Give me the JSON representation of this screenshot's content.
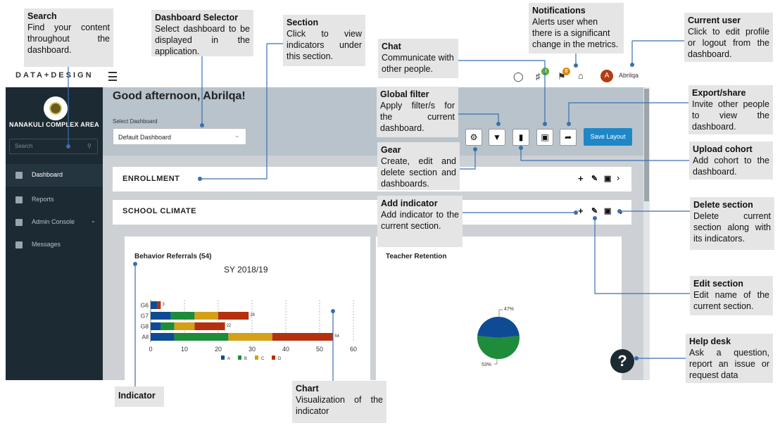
{
  "app": {
    "logo": "DATA+DESIGN",
    "user": {
      "name": "Abrilqa",
      "initial": "A"
    },
    "badges": {
      "notifications": "3",
      "flags": "0"
    }
  },
  "sidebar": {
    "org": "NANAKULI COMPLEX AREA",
    "search_placeholder": "Search",
    "items": [
      {
        "label": "Dashboard",
        "active": true
      },
      {
        "label": "Reports"
      },
      {
        "label": "Admin Console"
      },
      {
        "label": "Messages"
      }
    ]
  },
  "main": {
    "greeting": "Good afternoon, Abrilqa!",
    "select_label": "Select Dashboard",
    "select_value": "Default Dashboard",
    "save_label": "Save Layout",
    "sections": [
      {
        "title": "ENROLLMENT"
      },
      {
        "title": "SCHOOL CLIMATE"
      }
    ]
  },
  "charts": {
    "behavior": {
      "card_title": "Behavior Referrals (54)"
    },
    "retention": {
      "card_title": "Teacher Retention"
    }
  },
  "chart_data": [
    {
      "type": "bar",
      "orientation": "horizontal",
      "stacked": true,
      "title": "SY 2018/19",
      "categories": [
        "G6",
        "G7",
        "G8",
        "All"
      ],
      "series": [
        {
          "name": "A",
          "values": [
            2,
            6,
            3,
            7
          ],
          "color": "#0f4b94"
        },
        {
          "name": "B",
          "values": [
            0,
            7,
            4,
            16
          ],
          "color": "#1e8c3a"
        },
        {
          "name": "C",
          "values": [
            0,
            7,
            6,
            13
          ],
          "color": "#d4a017"
        },
        {
          "name": "D",
          "values": [
            1,
            9,
            9,
            18
          ],
          "color": "#b5300f"
        }
      ],
      "totals": [
        3,
        29,
        22,
        54
      ],
      "xlim": [
        0,
        60
      ],
      "xticks": [
        0,
        10,
        20,
        30,
        40,
        50,
        60
      ],
      "legend": "bottom"
    },
    {
      "type": "pie",
      "slices": [
        {
          "label": "47%",
          "value": 47,
          "color": "#0f4b94"
        },
        {
          "label": "53%",
          "value": 53,
          "color": "#1e8c3a"
        }
      ]
    }
  ],
  "callouts": {
    "search": {
      "title": "Search",
      "body": "Find your content throughout the dashboard."
    },
    "selector": {
      "title": "Dashboard Selector",
      "body": "Select dashboard to be displayed in the application."
    },
    "section": {
      "title": "Section",
      "body": "Click to view indicators under this section."
    },
    "notifications": {
      "title": "Notifications",
      "body": "Alerts user when there is a significant change in the metrics."
    },
    "current_user": {
      "title": "Current user",
      "body": "Click to edit profile or logout from the dashboard."
    },
    "chat": {
      "title": "Chat",
      "body": "Communicate with other people."
    },
    "global_filter": {
      "title": "Global filter",
      "body": "Apply filter/s for the current dashboard."
    },
    "export": {
      "title": "Export/share",
      "body": "Invite other people to view the dashboard."
    },
    "gear": {
      "title": "Gear",
      "body": "Create, edit and delete section and dashboards."
    },
    "upload": {
      "title": "Upload cohort",
      "body": "Add cohort to the dashboard."
    },
    "add_indicator": {
      "title": "Add indicator",
      "body": "Add indicator to the current section."
    },
    "delete_section": {
      "title": "Delete section",
      "body": "Delete current section along with its indicators."
    },
    "edit_section": {
      "title": "Edit section",
      "body": "Edit name of the current section."
    },
    "help": {
      "title": "Help desk",
      "body": "Ask a question, report an issue or request data"
    },
    "indicator": {
      "title": "Indicator"
    },
    "chart": {
      "title": "Chart",
      "body": "Visualization of the indicator"
    }
  }
}
